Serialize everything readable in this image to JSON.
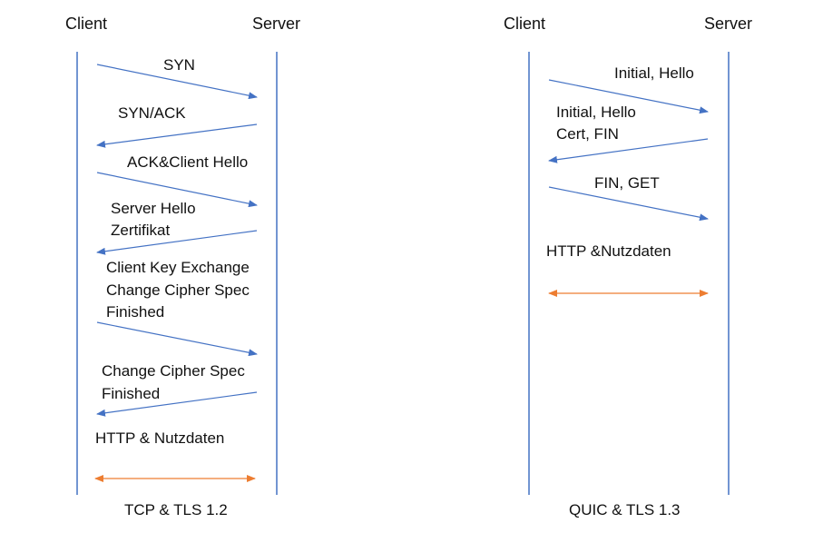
{
  "tcp": {
    "client_label": "Client",
    "server_label": "Server",
    "caption": "TCP & TLS 1.2",
    "messages": [
      {
        "lines": [
          "SYN"
        ],
        "direction": "to-server"
      },
      {
        "lines": [
          "SYN/ACK"
        ],
        "direction": "to-client"
      },
      {
        "lines": [
          "ACK&Client Hello"
        ],
        "direction": "to-server"
      },
      {
        "lines": [
          "Server Hello",
          "Zertifikat"
        ],
        "direction": "to-client"
      },
      {
        "lines": [
          "Client Key Exchange",
          "Change Cipher Spec",
          "Finished"
        ],
        "direction": "to-server"
      },
      {
        "lines": [
          "Change Cipher Spec",
          "Finished"
        ],
        "direction": "to-client"
      },
      {
        "lines": [
          "HTTP & Nutzdaten"
        ],
        "direction": "both"
      }
    ]
  },
  "quic": {
    "client_label": "Client",
    "server_label": "Server",
    "caption": "QUIC & TLS 1.3",
    "messages": [
      {
        "lines": [
          "Initial, Hello"
        ],
        "direction": "to-server"
      },
      {
        "lines": [
          "Initial, Hello",
          "Cert, FIN"
        ],
        "direction": "to-client"
      },
      {
        "lines": [
          "FIN, GET"
        ],
        "direction": "to-server"
      },
      {
        "lines": [
          "HTTP &Nutzdaten"
        ],
        "direction": "both"
      }
    ]
  },
  "colors": {
    "lifeline": "#4472c4",
    "message_arrow": "#4472c4",
    "data_arrow": "#ed7d31"
  }
}
